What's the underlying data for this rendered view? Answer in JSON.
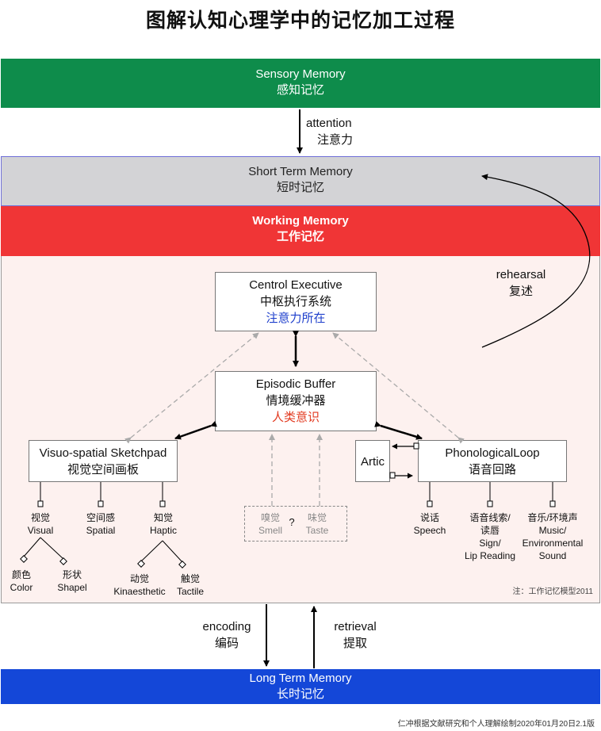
{
  "title": "图解认知心理学中的记忆加工过程",
  "sensory": {
    "en": "Sensory Memory",
    "zh": "感知记忆"
  },
  "attention": {
    "en": "attention",
    "zh": "注意力"
  },
  "stm": {
    "en": "Short Term Memory",
    "zh": "短时记忆"
  },
  "wm": {
    "en": "Working Memory",
    "zh": "工作记忆"
  },
  "rehearsal": {
    "en": "rehearsal",
    "zh": "复述"
  },
  "central": {
    "en": "Centrol Executive",
    "zh": "中枢执行系统",
    "note": "注意力所在"
  },
  "episodic": {
    "en": "Episodic Buffer",
    "zh": "情境缓冲器",
    "note": "人类意识"
  },
  "visuo": {
    "en": "Visuo-spatial Sketchpad",
    "zh": "视觉空间画板"
  },
  "artic": {
    "en": "Artic"
  },
  "phono": {
    "en": "PhonologicalLoop",
    "zh": "语音回路"
  },
  "visuo_children": {
    "visual": {
      "zh": "视觉",
      "en": "Visual"
    },
    "spatial": {
      "zh": "空间感",
      "en": "Spatial"
    },
    "haptic": {
      "zh": "知觉",
      "en": "Haptic"
    }
  },
  "visual_children": {
    "color": {
      "zh": "颜色",
      "en": "Color"
    },
    "shape": {
      "zh": "形状",
      "en": "Shapel"
    }
  },
  "haptic_children": {
    "kinaesthetic": {
      "zh": "动觉",
      "en": "Kinaesthetic"
    },
    "tactile": {
      "zh": "触觉",
      "en": "Tactile"
    }
  },
  "smell_taste": {
    "smell": {
      "zh": "嗅觉",
      "en": "Smell"
    },
    "q": "?",
    "taste": {
      "zh": "味觉",
      "en": "Taste"
    }
  },
  "phono_children": {
    "speech": {
      "zh": "说话",
      "en": "Speech"
    },
    "sign": {
      "zh1": "语音线索/",
      "zh2": "读唇",
      "en1": "Sign/",
      "en2": "Lip Reading"
    },
    "music": {
      "zh": "音乐/环境声",
      "en1": "Music/",
      "en2": "Environmental",
      "en3": "Sound"
    }
  },
  "note": "注：工作记忆模型2011",
  "encoding": {
    "en": "encoding",
    "zh": "编码"
  },
  "retrieval": {
    "en": "retrieval",
    "zh": "提取"
  },
  "ltm": {
    "en": "Long Term Memory",
    "zh": "长时记忆"
  },
  "footer": "仁冲根据文献研究和个人理解绘制2020年01月20日2.1版",
  "colors": {
    "sensory": "#0e8c4b",
    "stm": "#d3d3d6",
    "wm": "#f03536",
    "wm_area": "#fdf1ef",
    "ltm": "#1447d8",
    "blue_text": "#1e3fcc",
    "red_text": "#e23a20"
  }
}
